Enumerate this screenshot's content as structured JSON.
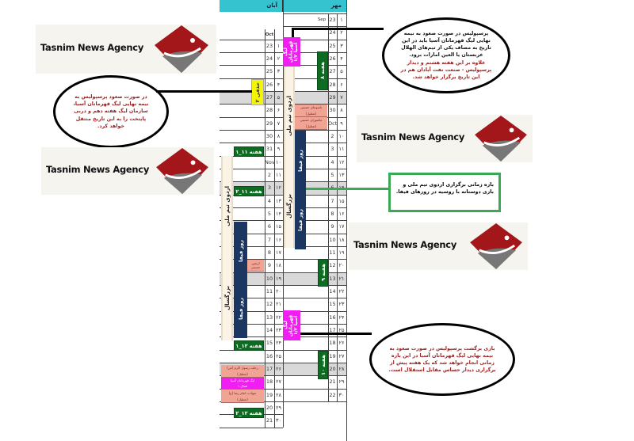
{
  "header": {
    "aban": "آبان",
    "mehr": "مهر"
  },
  "mehr": {
    "month_label": "Sep",
    "fa": [
      "۱",
      "۲",
      "۳",
      "۴",
      "۵",
      "۶",
      "۷",
      "۸",
      "۹",
      "۱۰",
      "۱۱",
      "۱۲",
      "۱۳",
      "۱۴",
      "۱۵",
      "۱۶",
      "۱۷",
      "۱۸",
      "۱۹",
      "۲۰",
      "۲۱",
      "۲۲",
      "۲۳",
      "۲۴",
      "۲۵",
      "۲۶",
      "۲۷",
      "۲۸",
      "۲۹",
      "۳۰"
    ],
    "en": [
      "23",
      "24",
      "25",
      "26",
      "27",
      "28",
      "29",
      "30",
      "Oct",
      "2",
      "3",
      "4",
      "5",
      "6",
      "7",
      "8",
      "9",
      "10",
      "11",
      "12",
      "13",
      "14",
      "15",
      "16",
      "17",
      "18",
      "19",
      "20",
      "21",
      "22"
    ],
    "holidays": [
      7,
      14,
      21,
      28
    ]
  },
  "aban": {
    "month_label": "Oct",
    "fa": [
      "۱",
      "۲",
      "۳",
      "۴",
      "۵",
      "۶",
      "۷",
      "۸",
      "۹",
      "۱۰",
      "۱۱",
      "۱۲",
      "۱۳",
      "۱۴",
      "۱۵",
      "۱۶",
      "۱۷",
      "۱۸",
      "۱۹",
      "۲۰",
      "۲۱",
      "۲۲",
      "۲۳",
      "۲۴",
      "۲۵",
      "۲۶",
      "۲۷",
      "۲۸",
      "۲۹",
      "۳۰"
    ],
    "en": [
      "23",
      "24",
      "25",
      "26",
      "27",
      "28",
      "29",
      "30",
      "31",
      "Nov",
      "2",
      "3",
      "4",
      "5",
      "6",
      "7",
      "8",
      "9",
      "10",
      "11",
      "12",
      "13",
      "14",
      "15",
      "16",
      "17",
      "18",
      "19",
      "20",
      "21"
    ],
    "holidays": [
      5,
      12,
      19,
      26
    ]
  },
  "events": {
    "afc_semi_1": "لیگ قهرمانان آسیا ۱/۲",
    "week8": "هفته ۸",
    "camp_label": "اردوی تیم ملی",
    "camp_sub": "بزرگسال",
    "tasua": "تاسوعای حسینی",
    "ashura": "عاشورای حسینی",
    "holiday_tag": "(تعطیل)",
    "fifa_day": "روز فیفا",
    "week9": "هفته ۹",
    "afc_semi_2": "لیگ قهرمانان آسیا ۱/۲",
    "week10": "هفته ۱۰",
    "cup2": "حذفی ۲",
    "week11_1": "هفته ۱۱_۱",
    "week11_2": "هفته ۱۱_۲",
    "arbaeen": "اربعین حسینی",
    "week12_1": "هفته ۱۲_۱",
    "prophet": "رحلت رسول اکرم (ص)",
    "afc_final": "لیگ قهرمانان آسیا",
    "afc_final_sub": "فینال ۱",
    "imam_reza": "شهادت امام رضا (ع)",
    "week12_2": "هفته ۱۲_۲"
  },
  "logo_text": "Tasnim News Agency",
  "callouts": {
    "top_black": "پرسپولیس در صورت صعود به نیمه نهایی لیگ قهرمانان آسیا باید در این تاریخ به مصاف یکی از تیم‌های الهلال عربستان یا العین امارات برود.",
    "top_red": "علاوه بر این هفته هشتم و دیدار پرسپولیس - صنعت نفت آبادان هم در این تاریخ برگزار خواهد شد.",
    "left_red": "در صورت صعود پرسپولیس به نیمه نهایی لیگ قهرمانان آسیا، سازمان لیگ هفته دهم و دربی پایتخت را به این تاریخ منتقل خواهد کرد.",
    "green_box": "بازه زمانی برگزاری اردوی تیم ملی و بازی دوستانه با روسیه در روزهای فیفا.",
    "bottom_red": "بازی برگشت پرسپولیس در صورت صعود به نیمه نهایی لیگ قهرمانان آسیا در این بازه زمانی انجام خواهد شد که یک هفته پیش از برگزاری دیدار حساس مقابل استقلال است."
  }
}
